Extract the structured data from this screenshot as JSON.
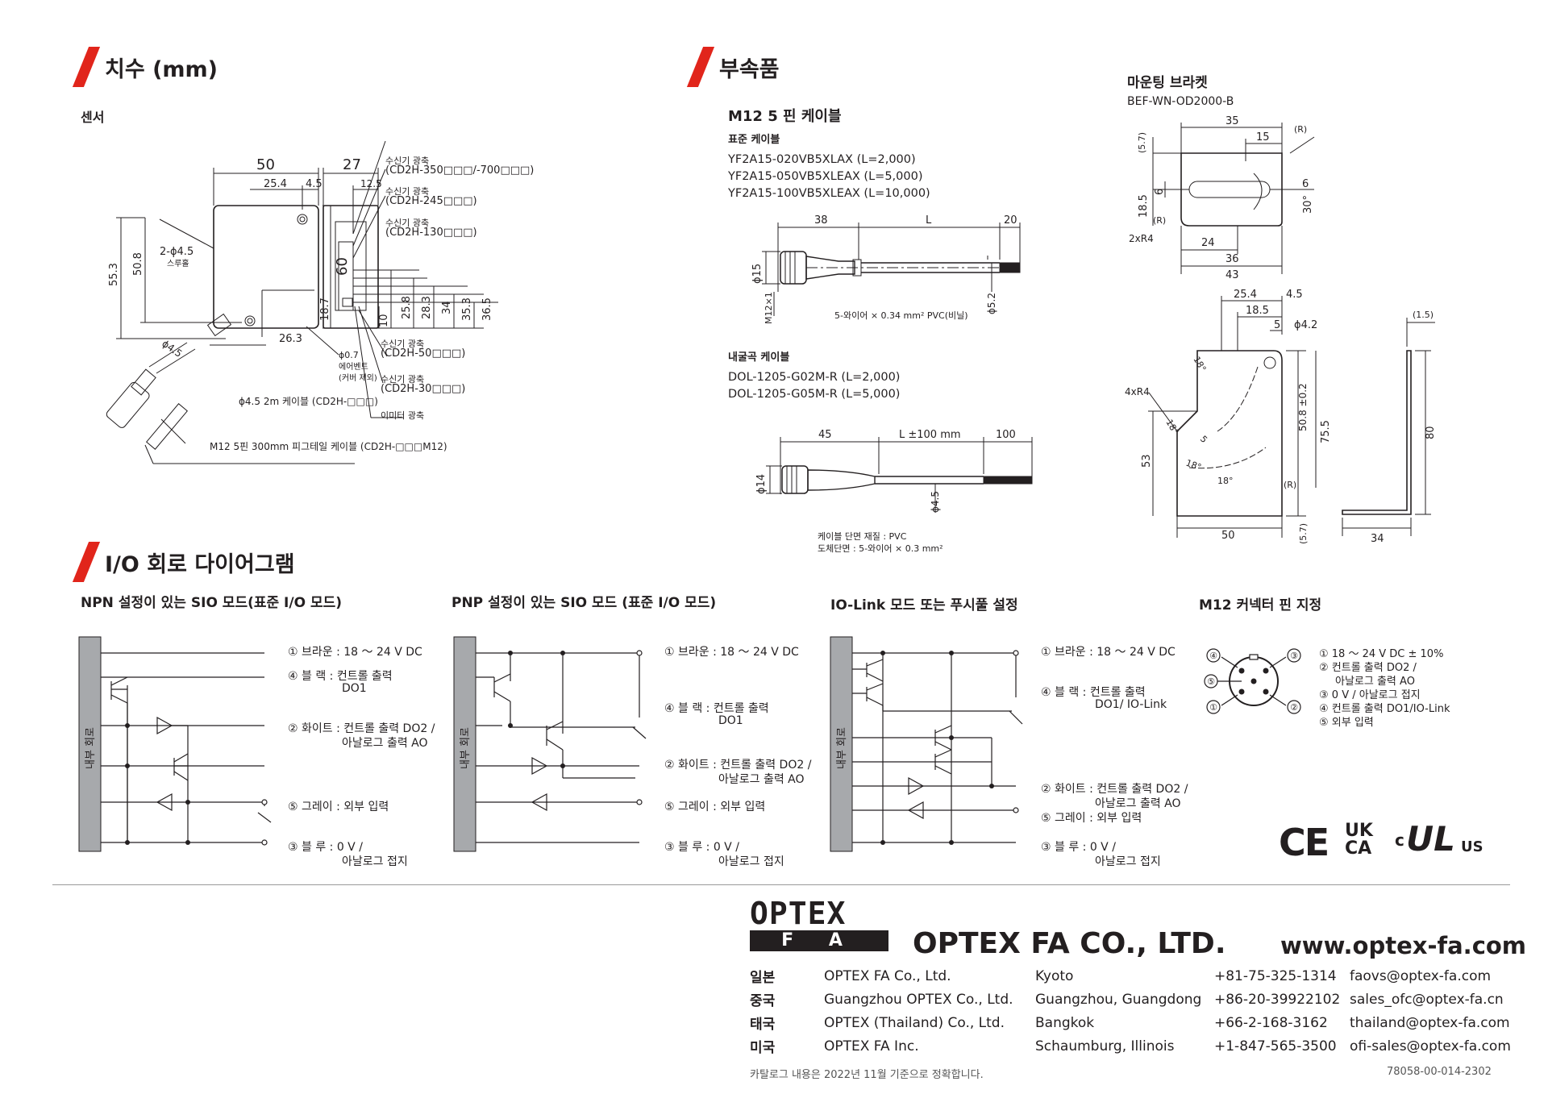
{
  "sections": {
    "dimensions": {
      "title": "치수 (mm)",
      "sensor_label": "센서"
    },
    "accessories": {
      "title": "부속품"
    },
    "io": {
      "title": "I/O 회로 다이어그램"
    }
  },
  "sensor_drawing": {
    "dims": {
      "d50": "50",
      "d25_4": "25.4",
      "d4_5": "4.5",
      "d55_3": "55.3",
      "d50_8": "50.8",
      "d60": "60",
      "d18_7": "18.7",
      "d26_3": "26.3",
      "hole": "2-ϕ4.5",
      "hole_sub": "스루홀",
      "phi4_5": "ϕ4.5",
      "d27": "27",
      "d12_5": "12.5",
      "d10": "10",
      "d25_8": "25.8",
      "d28_3": "28.3",
      "d34": "34",
      "d35_3": "35.3",
      "d36_5": "36.5",
      "vent1": "ϕ0.7",
      "vent2": "에어벤트",
      "vent3": "(커버 제외)"
    },
    "cable_label": "ϕ4.5 2m 케이블 (CD2H-□□□)",
    "pigtail_label": "M12 5핀 300mm 피그테일 케이블 (CD2H-□□□M12)",
    "receivers": [
      {
        "l1": "수신기 광축",
        "l2": "(CD2H-350□□□/-700□□□)"
      },
      {
        "l1": "수신기 광축",
        "l2": "(CD2H-245□□□)"
      },
      {
        "l1": "수신기 광축",
        "l2": "(CD2H-130□□□)"
      },
      {
        "l1": "수신기 광축",
        "l2": "(CD2H-50□□□)"
      },
      {
        "l1": "수신기 광축",
        "l2": "(CD2H-30□□□)"
      }
    ],
    "emitter": "이미터 광축"
  },
  "cable": {
    "title": "M12 5 핀 케이블",
    "standard_label": "표준 케이블",
    "standard_items": [
      "YF2A15-020VB5XLAX (L=2,000)",
      "YF2A15-050VB5XLEAX (L=5,000)",
      "YF2A15-100VB5XLEAX (L=10,000)"
    ],
    "std_dims": {
      "a": "38",
      "b": "L",
      "c": "20",
      "phi15": "ϕ15",
      "m12": "M12×1",
      "phi5_2": "ϕ5.2",
      "wire": "5-와이어 × 0.34 mm² PVC(비닐)"
    },
    "flex_label": "내굴곡 케이블",
    "flex_items": [
      "DOL-1205-G02M-R (L=2,000)",
      "DOL-1205-G05M-R (L=5,000)"
    ],
    "flex_dims": {
      "a": "45",
      "b": "L ±100 mm",
      "c": "100",
      "phi14": "ϕ14",
      "phi4_5": "ϕ4.5"
    },
    "flex_notes": [
      "케이블 단면 재질 :  PVC",
      "도체단면 :  5-와이어 × 0.3 mm²"
    ]
  },
  "bracket": {
    "title": "마운팅 브라켓",
    "model": "BEF-WN-OD2000-B",
    "top_dims": {
      "d35": "35",
      "d15": "15",
      "r": "(R)",
      "d5_7": "(5.7)",
      "d18_5": "18.5",
      "d6a": "6",
      "d6b": "6",
      "d30": "30°",
      "r2": "(R)",
      "r4": "2xR4",
      "d24": "24",
      "d36": "36",
      "d43": "43"
    },
    "front_dims": {
      "d25_4": "25.4",
      "d4_5": "4.5",
      "d18_5": "18.5",
      "d5": "5",
      "phi4_2": "ϕ4.2",
      "d18a": "18°",
      "r4": "4xR4",
      "d18b": "18°",
      "d5b": "5",
      "d18c": "18°",
      "d18d": "18°",
      "r": "(R)",
      "d53": "53",
      "d50_8": "50.8 ±0.2",
      "d75_5": "75.5",
      "d50": "50",
      "d5_7": "(5.7)"
    },
    "side_dims": {
      "d1_5": "(1.5)",
      "d80": "80",
      "d34": "34"
    }
  },
  "io": {
    "npn": {
      "title": "NPN 설정이 있는 SIO 모드(표준 I/O 모드)",
      "internal": "내부 회로",
      "labels": [
        {
          "a": "① 브라운 : 18 ～ 24 V DC"
        },
        {
          "a": "④ 블    랙 : 컨트롤 출력",
          "b": "DO1"
        },
        {
          "a": "② 화이트 : 컨트롤 출력 DO2 /",
          "b": "아날로그 출력 AO"
        },
        {
          "a": "⑤ 그레이 : 외부 입력"
        },
        {
          "a": "③ 블    루 : 0 V /",
          "b": "아날로그 접지"
        }
      ]
    },
    "pnp": {
      "title": "PNP 설정이 있는 SIO 모드 (표준 I/O 모드)",
      "internal": "내부 회로",
      "labels": [
        {
          "a": "① 브라운 : 18 ～ 24 V DC"
        },
        {
          "a": "④ 블    랙 : 컨트롤 출력",
          "b": "DO1"
        },
        {
          "a": "② 화이트 : 컨트롤 출력 DO2 /",
          "b": "아날로그 출력 AO"
        },
        {
          "a": "⑤ 그레이 : 외부 입력"
        },
        {
          "a": "③ 블    루 : 0 V /",
          "b": "아날로그 접지"
        }
      ]
    },
    "iolink": {
      "title": "IO-Link 모드 또는 푸시풀 설정",
      "internal": "내부 회로",
      "labels": [
        {
          "a": "① 브라운 : 18 ～ 24 V DC"
        },
        {
          "a": "④ 블    랙 : 컨트롤 출력",
          "b": "DO1/ IO-Link"
        },
        {
          "a": "② 화이트 : 컨트롤 출력 DO2 /",
          "b": "아날로그 출력 AO"
        },
        {
          "a": "⑤ 그레이 : 외부 입력"
        },
        {
          "a": "③ 블    루 : 0 V /",
          "b": "아날로그 접지"
        }
      ]
    },
    "pins": {
      "title": "M12 커넥터 핀 지정",
      "circle_nums": [
        "④",
        "③",
        "⑤",
        "①",
        "②"
      ],
      "items": [
        {
          "a": "① 18 ～ 24 V DC ± 10%"
        },
        {
          "a": "② 컨트롤 출력 DO2 /",
          "b": "아날로그 출력 AO"
        },
        {
          "a": "③ 0 V / 아날로그 접지"
        },
        {
          "a": "④ 컨트롤 출력  DO1/IO-Link"
        },
        {
          "a": "⑤ 외부 입력"
        }
      ]
    }
  },
  "certs": {
    "ce": "CE",
    "uk": "UK",
    "ca": "CA",
    "c": "c",
    "ul": "UL",
    "us": "US"
  },
  "footer": {
    "logo_top": "OPTEX",
    "logo_bottom": "F A",
    "company": "OPTEX FA CO., LTD.",
    "website": "www.optex-fa.com",
    "contacts": [
      {
        "country": "일본",
        "name": "OPTEX FA Co., Ltd.",
        "city": "Kyoto",
        "phone": "+81-75-325-1314",
        "email": "faovs@optex-fa.com"
      },
      {
        "country": "중국",
        "name": "Guangzhou OPTEX Co., Ltd.",
        "city": "Guangzhou, Guangdong",
        "phone": "+86-20-39922102",
        "email": "sales_ofc@optex-fa.cn"
      },
      {
        "country": "태국",
        "name": "OPTEX (Thailand) Co., Ltd.",
        "city": "Bangkok",
        "phone": "+66-2-168-3162",
        "email": "thailand@optex-fa.com"
      },
      {
        "country": "미국",
        "name": "OPTEX FA Inc.",
        "city": "Schaumburg, Illinois",
        "phone": "+1-847-565-3500",
        "email": "ofi-sales@optex-fa.com"
      }
    ],
    "note": "카탈로그 내용은 2022년 11월 기준으로 정확합니다.",
    "code": "78058-00-014-2302"
  },
  "colors": {
    "accent": "#e1251b",
    "text": "#231f20",
    "panel": "#a7a9ac"
  }
}
